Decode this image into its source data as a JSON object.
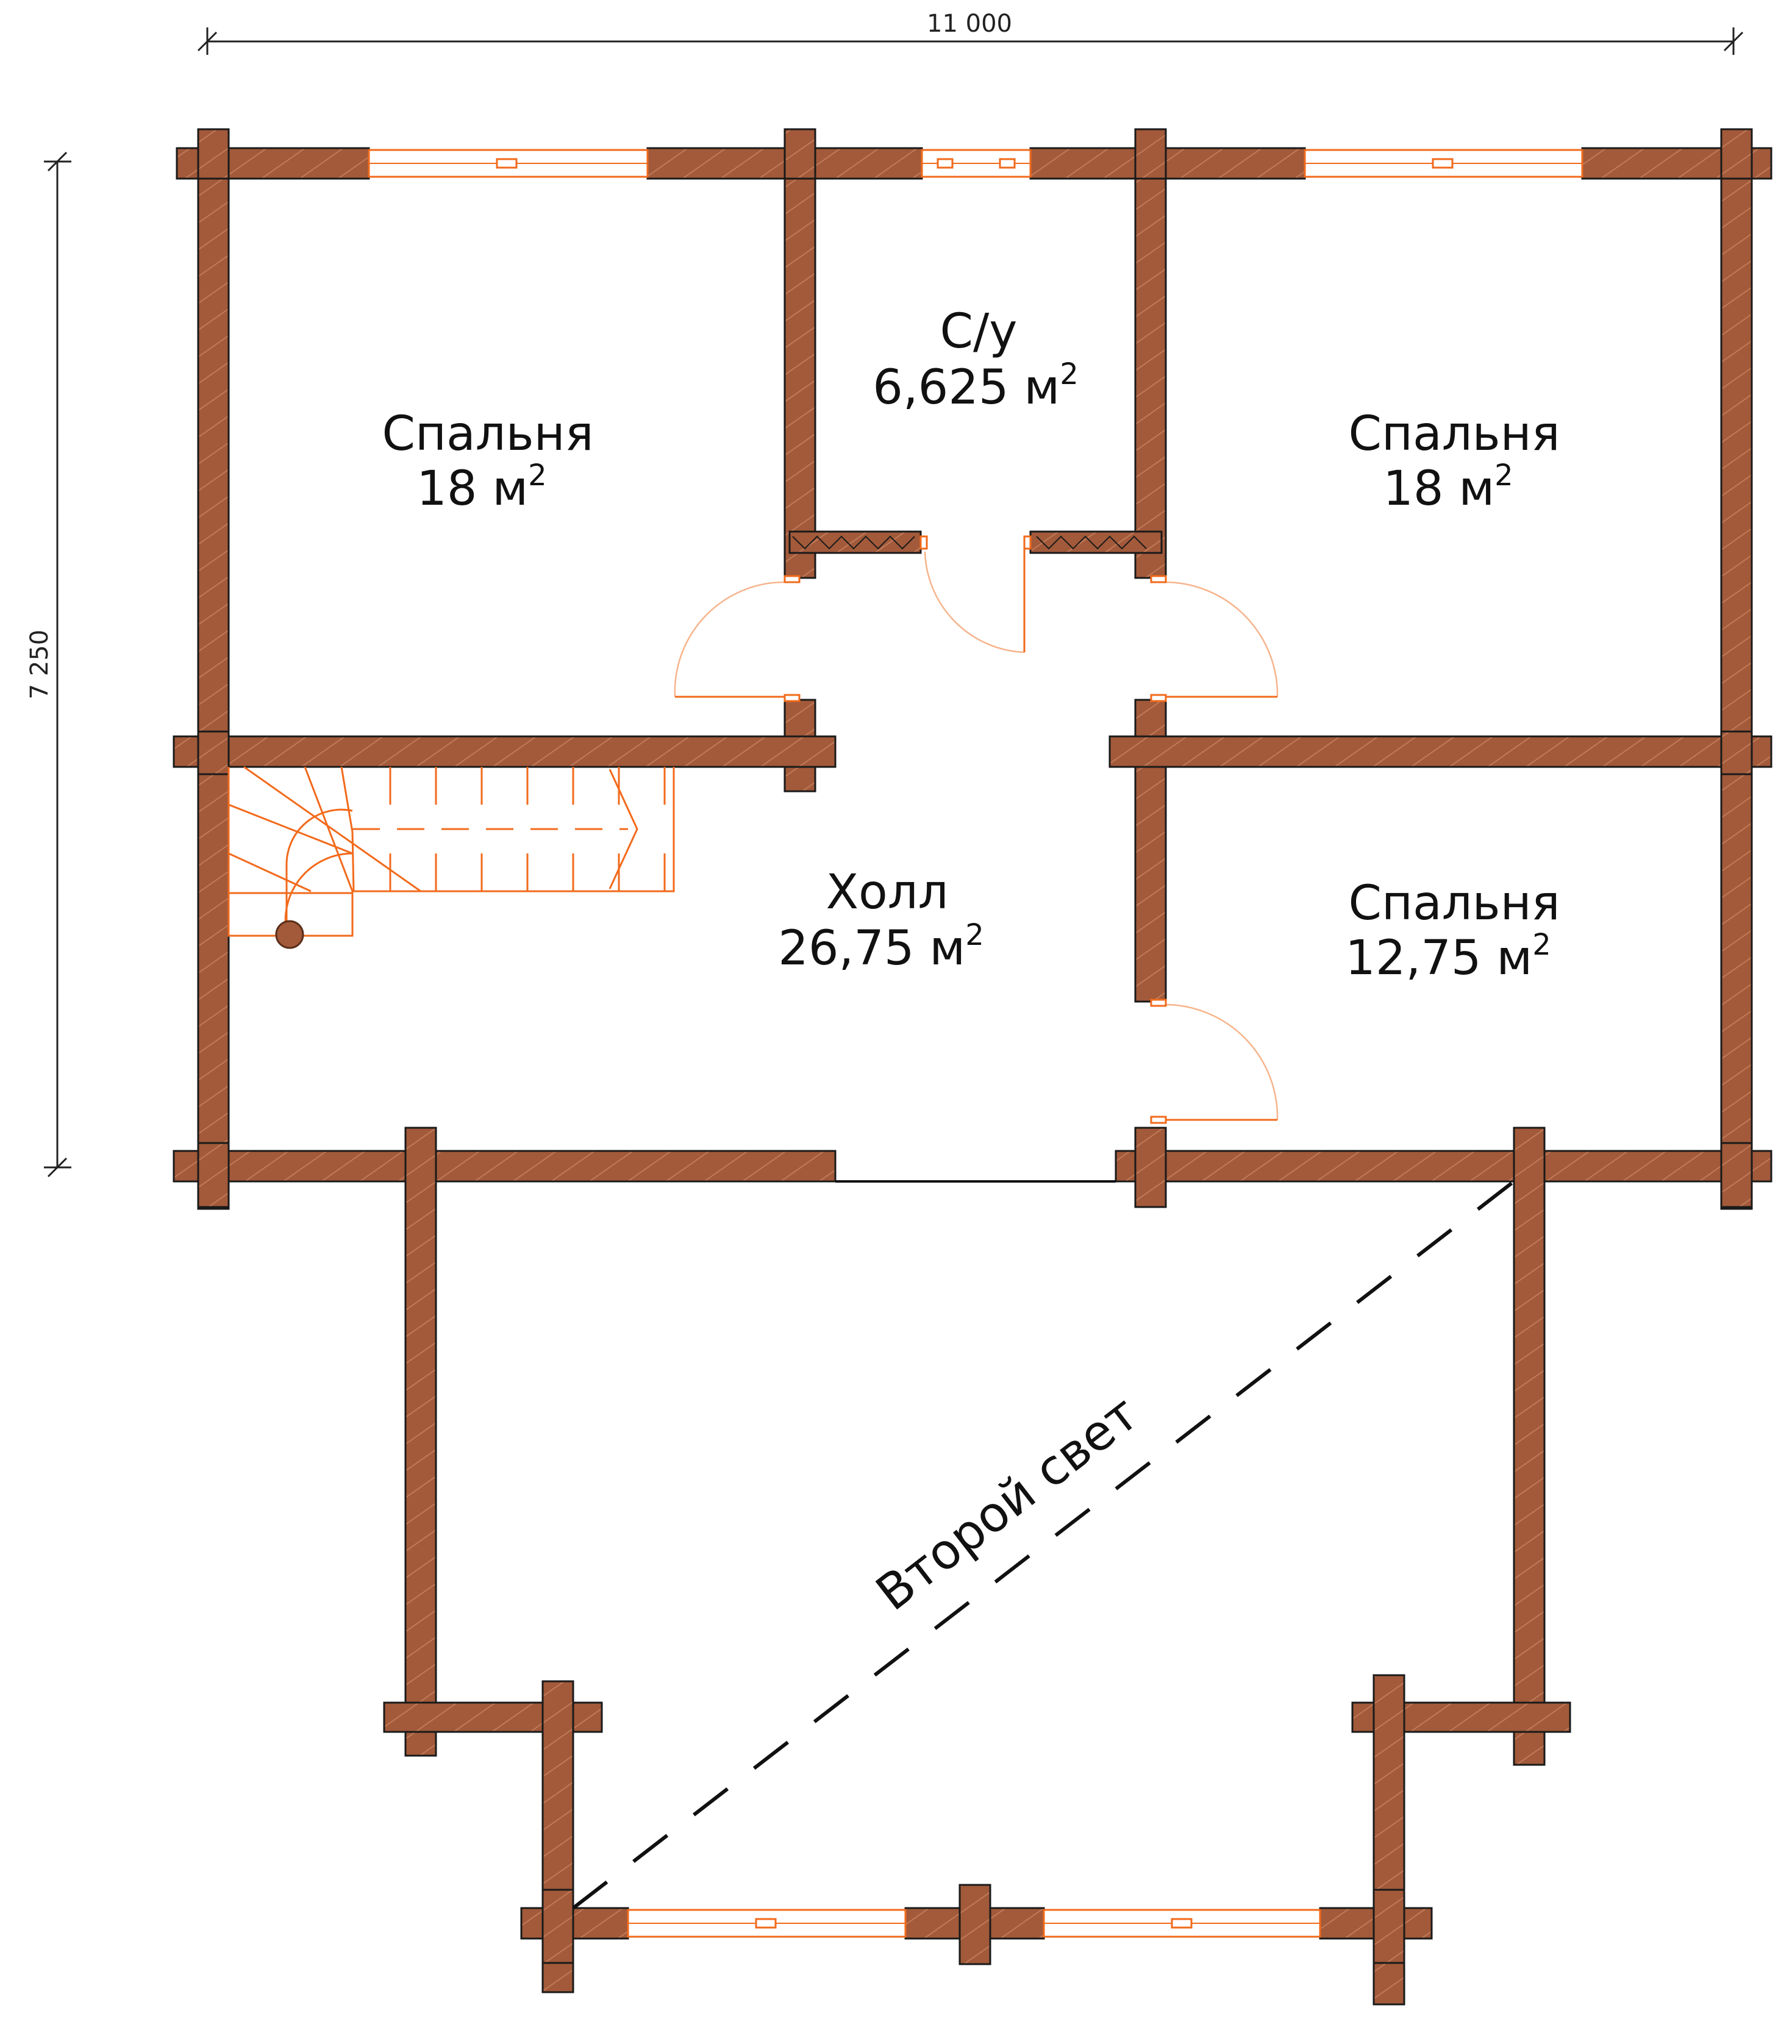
{
  "dimensions": {
    "width_label": "11 000",
    "height_label": "7 250"
  },
  "rooms": [
    {
      "name": "Спальня",
      "area": "18 м",
      "unit_exp": "2"
    },
    {
      "name": "С/у",
      "area": "6,625 м",
      "unit_exp": "2"
    },
    {
      "name": "Спальня",
      "area": "18 м",
      "unit_exp": "2"
    },
    {
      "name": "Холл",
      "area": "26,75 м",
      "unit_exp": "2"
    },
    {
      "name": "Спальня",
      "area": "12,75 м",
      "unit_exp": "2"
    }
  ],
  "second_light": {
    "label": "Второй свет"
  },
  "colors": {
    "wall": "#a25a3a",
    "wall_stroke": "#1a1a1a",
    "accent_orange": "#f26a1b",
    "door_swing": "#f7b48c"
  }
}
